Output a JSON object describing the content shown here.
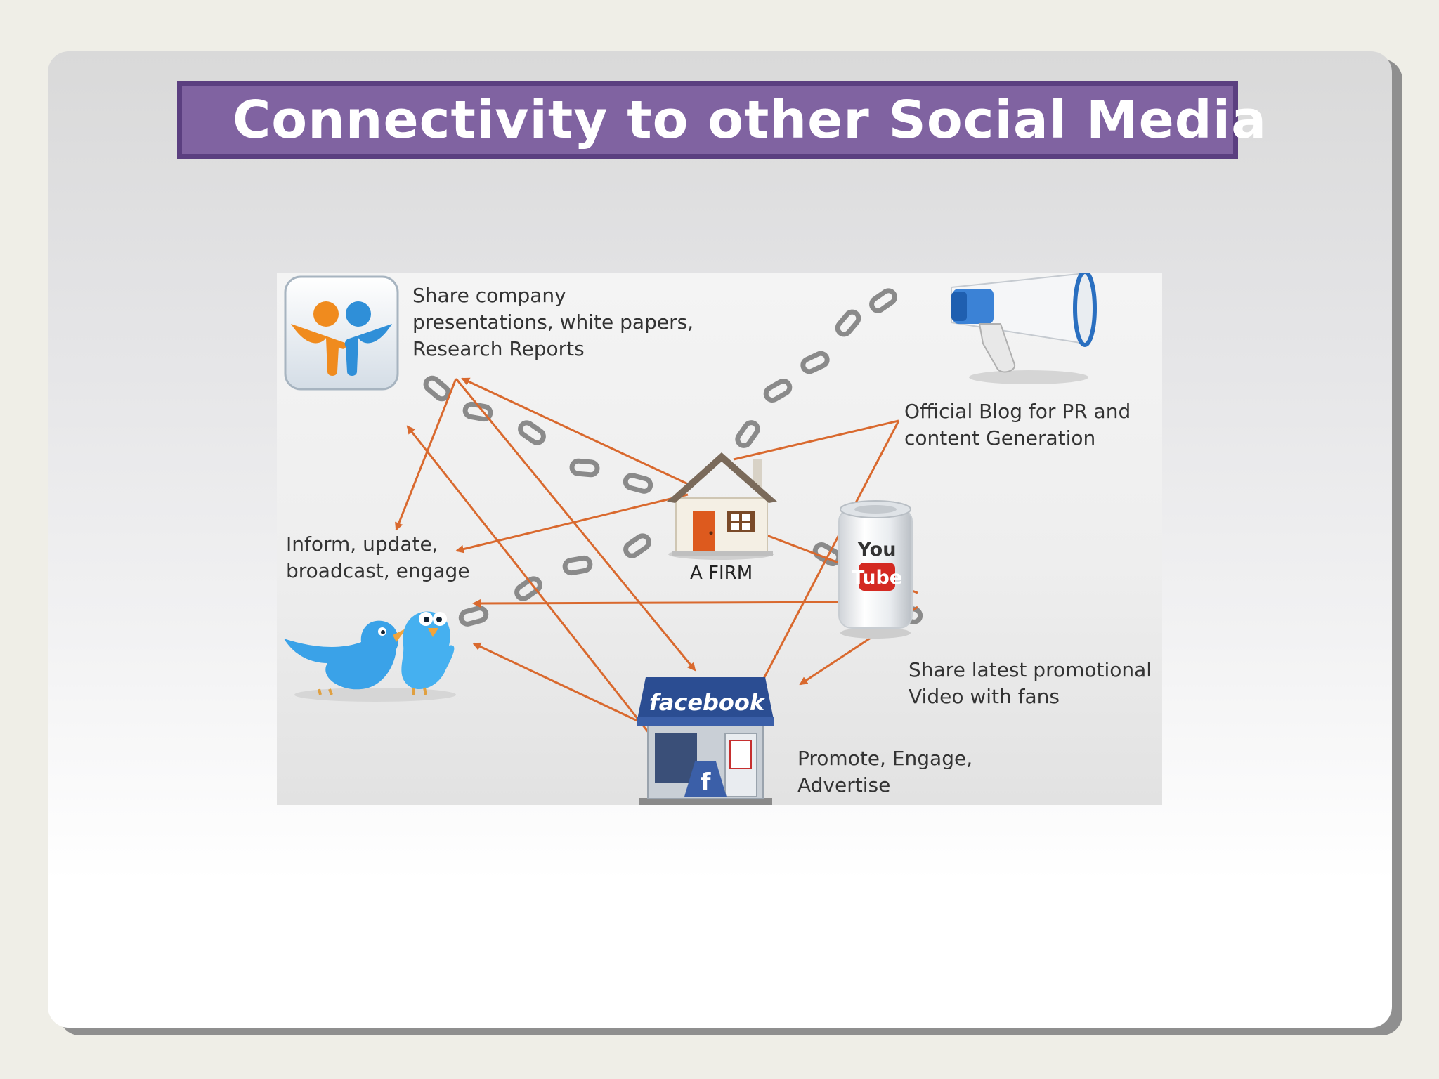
{
  "slide": {
    "title": "Connectivity to other Social Media"
  },
  "diagram": {
    "center": {
      "label": "A FIRM"
    },
    "nodes": {
      "slideshare": {
        "label": "Share company\npresentations, white papers,\nResearch Reports",
        "icon": "slideshare-icon"
      },
      "blog": {
        "label": "Official Blog for PR and\ncontent Generation",
        "icon": "megaphone-icon"
      },
      "twitter": {
        "label": "Inform, update,\nbroadcast, engage",
        "icon": "twitter-birds-icon"
      },
      "youtube": {
        "label": "Share latest promotional\nVideo with fans",
        "icon": "youtube-can-icon",
        "can_text_top": "You",
        "can_text_bottom": "Tube"
      },
      "facebook": {
        "label": "Promote, Engage,\nAdvertise",
        "icon": "facebook-store-icon",
        "sign_text": "facebook",
        "badge_text": "f"
      }
    },
    "colors": {
      "arrow": "#d9692e",
      "chain": "#8a8a8a",
      "title_bg": "#8063a1",
      "title_border": "#5b3f80"
    }
  }
}
